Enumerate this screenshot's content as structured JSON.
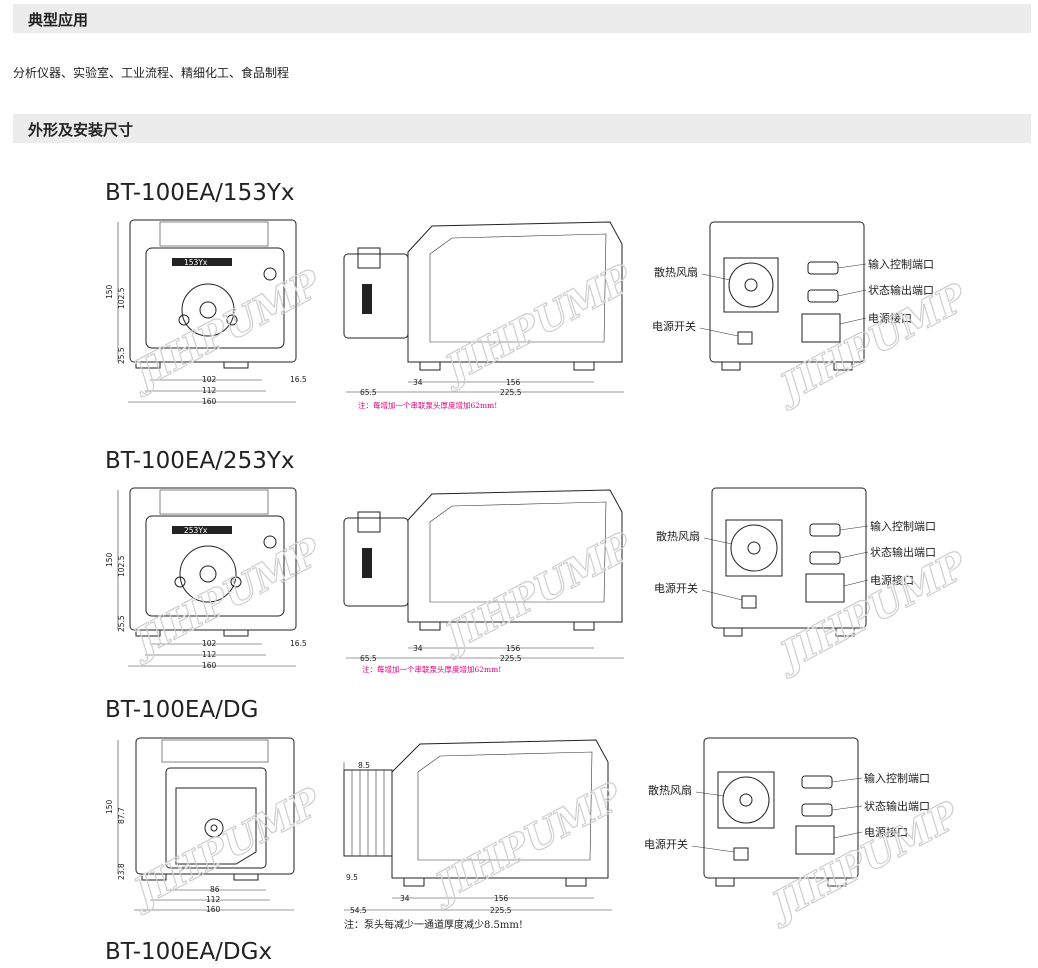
{
  "sections": {
    "applications": {
      "title": "典型应用",
      "text": "分析仪器、实验室、工业流程、精细化工、食品制程"
    },
    "dimensions": {
      "title": "外形及安装尺寸"
    }
  },
  "watermark": "JIHPUMP",
  "watermark_mark": "®",
  "models": [
    {
      "name": "BT-100EA/153Yx",
      "pump_label": "153Yx",
      "front_dims": {
        "h_total": "150",
        "h_upper": "102.5",
        "h_lower": "25.5",
        "w_inner": "102",
        "w_mid": "112",
        "w_total": "160",
        "offset": "16.5"
      },
      "side_dims": {
        "d_head": "65.5",
        "d_a": "34",
        "d_b": "156",
        "d_total": "225.5"
      },
      "note": "注：每增加一个串联泵头厚度增加62mm!",
      "rear_labels": {
        "fan": "散热风扇",
        "power_switch": "电源开关",
        "input_port": "输入控制端口",
        "status_port": "状态输出端口",
        "power_port": "电源接口"
      }
    },
    {
      "name": "BT-100EA/253Yx",
      "pump_label": "253Yx",
      "front_dims": {
        "h_total": "150",
        "h_upper": "102.5",
        "h_lower": "25.5",
        "w_inner": "102",
        "w_mid": "112",
        "w_total": "160",
        "offset": "16.5"
      },
      "side_dims": {
        "d_head": "65.5",
        "d_a": "34",
        "d_b": "156",
        "d_total": "225.5"
      },
      "note": "注：每增加一个串联泵头厚度增加62mm!",
      "rear_labels": {
        "fan": "散热风扇",
        "power_switch": "电源开关",
        "input_port": "输入控制端口",
        "status_port": "状态输出端口",
        "power_port": "电源接口"
      }
    },
    {
      "name": "BT-100EA/DG",
      "pump_label": "",
      "front_dims": {
        "h_total": "150",
        "h_upper": "87.7",
        "h_lower": "23.8",
        "w_inner": "86",
        "w_mid": "112",
        "w_total": "160",
        "offset": ""
      },
      "side_dims": {
        "d_head": "8.5",
        "d_a": "34",
        "d_b": "156",
        "d_total": "225.5",
        "d_c": "9.5",
        "d_d": "54.5"
      },
      "note": "注：泵头每减少一通道厚度减少8.5mm!",
      "rear_labels": {
        "fan": "散热风扇",
        "power_switch": "电源开关",
        "input_port": "输入控制端口",
        "status_port": "状态输出端口",
        "power_port": "电源接口"
      }
    },
    {
      "name": "BT-100EA/DGx"
    }
  ]
}
